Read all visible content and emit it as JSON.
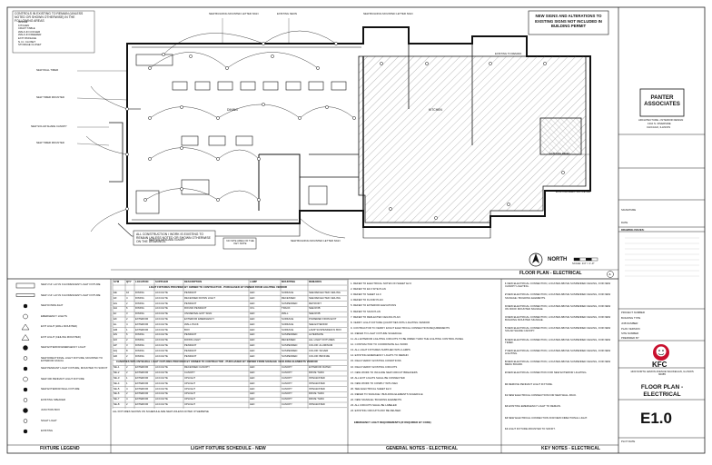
{
  "sheet": {
    "callout_top_right": "NEW SIGNS AND ALTERATIONS TO EXISTING SIGNS NOT INCLUDED IN BUILDING PERMIT",
    "callout_top_left": "CONTROLS IN EXISTING TO REMAIN (UNLESS NOTED OR SHOWN OTHERWISE) IN THE FOLLOWING AREAS",
    "callout_top_left_items": [
      "OFFICE",
      "KITCHEN",
      "CRAFT TABLE",
      "WALK-IN COOLER",
      "WALK-IN FREEZER",
      "EXIT PASSAGE",
      "N.I.C. CLOSET",
      "STORAGE CLOSET"
    ],
    "construction_note": "ALL CONSTRUCTION / WORK IS EXISTING TO REMAIN UNLESS NOTED OR SHOWN OTHERWISE ON THE DRAWINGS.",
    "stamp_text": "NO SITE AREA OF THE KEY NOTE",
    "north_label": "NORTH",
    "plan_title": "FLOOR PLAN - ELECTRICAL",
    "plan_scale": "SCALE: 1/4\" = 1'-0\"",
    "plan_ref": "A",
    "fixture_legend_title": "FIXTURE LEGEND",
    "schedule_title": "LIGHT FIXTURE SCHEDULE - NEW",
    "general_notes_title": "GENERAL NOTES - ELECTRICAL",
    "key_notes_title": "KEY NOTES - ELECTRICAL"
  },
  "plan_labels": [
    "NEW BUILDING MOUNTED LETTER SIGN",
    "EXISTING NEON",
    "NEW WALL TIMER",
    "NEW TIMER MOUNTED",
    "NEW SOLAR SHADE CANOPY",
    "NEW TIMER MOUNTED",
    "NEW BUILDING MOUNTED LETTER SIGN",
    "EXISTING TO REMAIN",
    "NEW SOLAR SHADE CANOPY",
    "NEW BUILDING MOUNTED LETTER SIGN",
    "EXISTING PANEL",
    "EXISTING ELECTRIC METER",
    "KITCHEN",
    "DINING"
  ],
  "legend": {
    "items": [
      "NEW 2'x4' LAY-IN FLUORESCENT LIGHT FIXTURE",
      "NEW 1'x4' LAY-IN FLUORESCENT LIGHT FIXTURE",
      "NEW DOWNLIGHT",
      "EMERGENCY LIGHTS",
      "EXIT LIGHT (WALL MOUNTED)",
      "EXIT LIGHT (CEILING MOUNTED)",
      "NEW EXTERIOR EMERGENCY LIGHT",
      "NEW DIRECTIONAL LIGHT FIXTURE, MOUNTED TO EXTERIOR FASCIA",
      "NEW PENDANT LIGHT FIXTURE, MOUNTED TO SOFFIT",
      "NEW 300 PENDANT LIGHT FIXTURE",
      "NEW EXTERIOR WALL FIXTURE",
      "EXISTING SPEAKER",
      "JUNCTION BOX",
      "NIGHT LIGHT",
      "EXISTING"
    ]
  },
  "schedule": {
    "columns": [
      "SYM",
      "QTY",
      "LOCATION",
      "SUPPLIER",
      "DESCRIPTION",
      "LAMP",
      "MOUNTING",
      "REMARKS"
    ],
    "section_owner": "LIGHT FIXTURES PROVIDED BY OWNER TO CONTRACTOR - PURCHASED BY OWNER FROM LIGHTING VENDOR",
    "section_contractor": "CANOPIES WITH INTEGRAL LIGHT FIXTURES PROVIDED BY OWNER TO CONTRACTOR - PURCHASED BY OWNER FROM SIGNAGE / BUILDING ELEMENTS VENDOR",
    "rows_a": [
      [
        "EE",
        "10",
        "DINING",
        "ACCULITE",
        "PENDANT",
        "LED",
        "SURFACE",
        "SEE REFLECTED CEILING"
      ],
      [
        "EF",
        "4",
        "DINING",
        "ACCULITE",
        "RECESSED DOWN LIGHT",
        "LED",
        "RECESSED",
        "SEE REFLECTED CEILING"
      ],
      [
        "EG",
        "2",
        "DINING",
        "ACCULITE",
        "PENDANT",
        "LED",
        "SUSPENDED",
        "RETROFIT"
      ],
      [
        "EH",
        "6",
        "DINING",
        "ACCULITE",
        "ROUND PENDANT",
        "CFL",
        "TRACK",
        "SEE ROB"
      ],
      [
        "EJ",
        "3",
        "DINING",
        "ACCULITE",
        "UNIVERSAL EXIT SIGN",
        "LED",
        "WALL",
        "SEE ROB"
      ],
      [
        "EK",
        "2",
        "EXTERIOR",
        "ACCULITE",
        "EXTERIOR EMERGENCY",
        "LED",
        "SURFACE",
        "POWERED FROM EXIT"
      ],
      [
        "EL",
        "4",
        "EXTERIOR",
        "ACCULITE",
        "WALL PACK",
        "LED",
        "SURFACE",
        "SEE EXTERIOR"
      ],
      [
        "EM",
        "1",
        "EXTERIOR",
        "ACCULITE",
        "BOX",
        "LED",
        "SURFACE",
        "LAMP SUSPENDED IN BOX"
      ],
      [
        "EN",
        "6",
        "DINING",
        "ACCULITE",
        "PENDANT",
        "LED",
        "SUSPENDED",
        "ALTERNATE"
      ],
      [
        "EO",
        "2",
        "DINING",
        "ACCULITE",
        "DOWN LIGHT",
        "LED",
        "RECESSED",
        "ALL LIGHT FIXTURES"
      ],
      [
        "EP",
        "3",
        "DINING",
        "ACCULITE",
        "PENDANT",
        "LED",
        "SUSPENDED",
        "COLOR: ALUMINUM"
      ],
      [
        "EQ",
        "8",
        "DINING",
        "ACCULITE",
        "PENDANT",
        "LED",
        "SUSPENDED",
        "COLOR: SILVER"
      ],
      [
        "ER",
        "2",
        "DINING",
        "ACCULITE",
        "PENDANT",
        "LED",
        "SUSPENDED",
        "COLOR: BRONZE"
      ]
    ],
    "rows_b": [
      [
        "NE-1",
        "2",
        "EXTERIOR",
        "ACCULITE",
        "RECESSED CANOPY",
        "LED",
        "CANOPY",
        "EXTERIOR RATED"
      ],
      [
        "NE-2",
        "2",
        "EXTERIOR",
        "ACCULITE",
        "CANOPY",
        "LED",
        "CANOPY",
        "DRIVE THRU"
      ],
      [
        "NE-3",
        "1",
        "EXTERIOR",
        "ACCULITE",
        "UPLIGHT",
        "LED",
        "CANOPY",
        "INTEGRATED"
      ],
      [
        "NE-4",
        "1",
        "EXTERIOR",
        "ACCULITE",
        "UPLIGHT",
        "LED",
        "CANOPY",
        "INTEGRATED"
      ],
      [
        "NE-5",
        "4",
        "EXTERIOR",
        "ACCULITE",
        "UPLIGHT",
        "LED",
        "CANOPY",
        "INTEGRATED"
      ],
      [
        "NE-6",
        "2",
        "EXTERIOR",
        "ACCULITE",
        "UPLIGHT",
        "LED",
        "CANOPY",
        "DRIVE THRU"
      ],
      [
        "NE-7",
        "4",
        "EXTERIOR",
        "ACCULITE",
        "UPLIGHT",
        "LED",
        "CANOPY",
        "DRIVE THRU"
      ],
      [
        "NE-8",
        "2",
        "EXTERIOR",
        "ACCULITE",
        "UPLIGHT",
        "LED",
        "CANOPY",
        "INTEGRATED"
      ]
    ],
    "footnote": "ALL FIXTURES SHOWN ON SCHEDULE ARE NEW UNLESS NOTED OTHERWISE"
  },
  "general_notes": [
    "REFER TO ELECTRICAL NOTES ON SHEET E2.0",
    "REFER TO E3.0 SITE PLAN",
    "REFER TO SHEET A1.0",
    "REFER TO FLOOR PLAN",
    "REFER TO EXTERIOR ELEVATIONS",
    "REFER TO SIGN PLAN",
    "REFER TO REFLECTED CEILING PLAN",
    "VERIFY LIGHT FIXTURE QUANTITIES WITH LIGHTING VENDOR",
    "CONTRACTOR TO VERIFY EXACT ELECTRICAL CONNECTION REQUIREMENTS",
    "REFER TO LIGHT FIXTURE SCHEDULE",
    "ALL EXTERIOR LIGHTING CIRCUITS TO BE WIRED THRU THE LIGHTING CONTROL PANEL",
    "CONTRACTOR TO COORDINATE ALL WORK",
    "ALL LIGHT FIXTURES SUPPLIED WITH LAMPS",
    "EXISTING EMERGENCY LIGHTS TO REMAIN",
    "FIELD VERIFY EXISTING CONDITIONS",
    "FIELD VERIFY EXISTING CIRCUITS",
    "NEW WORK TO INCLUDE NEW CIRCUIT BREAKERS",
    "ALL EXIT LIGHTS SHALL BE CONNECTED",
    "NEW WORK TO COMPLY WITH NEC",
    "SEE ELECTRICAL SHEET E2.0",
    "REFER TO SIGNAGE / BUILDING ELEMENTS SCHEDULE",
    "NEW SIGNAGE / BUILDING ELEMENTS",
    "ALL CIRCUITS SHALL BE LABELED",
    "EXISTING CIRCUITS MAY BE REUSED"
  ],
  "general_notes_footer": "EMERGENCY LIGHT REQUIREMENTS (IF REQUIRED BY CODE)",
  "key_notes": [
    "NEW ELECTRICAL CONNECTION, LOCATED ABOVE SUSPENDED CEILING, FOR NEW CANOPY LIGHTING.",
    "NEW ELECTRICAL CONNECTION, LOCATED ABOVE SUSPENDED CEILING, FOR NEW SIGNAGE / BUILDING ELEMENTS.",
    "NEW ELECTRICAL CONNECTION, LOCATED ABOVE SUSPENDED CEILING, FOR NEW ON ROOF MOUNTED SIGNAGE.",
    "NEW ELECTRICAL CONNECTION, LOCATED ABOVE SUSPENDED CEILING, FOR NEW BUILDING MOUNTED SIGNAGE.",
    "NEW ELECTRICAL CONNECTION, LOCATED ABOVE SUSPENDED CEILING, FOR NEW SOLAR SHADE CANOPY.",
    "NEW ELECTRICAL CONNECTION, LOCATED ABOVE SUSPENDED CEILING, FOR NEW TIMER.",
    "NEW ELECTRICAL CONNECTION, LOCATED ABOVE SUSPENDED CEILING, FOR NEW LIGHTING.",
    "NEW ELECTRICAL CONNECTION, LOCATED ABOVE SUSPENDED CEILING, FOR NEW MENU BOARD.",
    "NEW ELECTRICAL CONNECTION FOR NEW EXTERIOR LIGHTING.",
    "REMOVE PENDANT LIGHT FIXTURE.",
    "NEW ELECTRICAL CONNECTION FOR NEW WALL PACK.",
    "EXISTING EMERGENCY LIGHT TO REMAIN.",
    "NEW ELECTRICAL CONNECTION FOR NEW DIRECTIONAL LIGHT.",
    "LIGHT FIXTURE MOUNTED TO SOFFIT."
  ],
  "title_block": {
    "firm_name": "PANTER ASSOCIATES",
    "firm_line1": "ARCHITECTURE • INTERIOR DESIGN",
    "firm_line2": "1310 N. RIVERSIDE",
    "firm_line3": "CHICAGO, ILLINOIS",
    "signature_label": "SIGNATURE",
    "date_label": "DATE",
    "drawing_issues_label": "DRAWING ISSUES:",
    "project_label": "PROJECT NUMBER",
    "building_label": "BUILDING TYPE",
    "job_label": "JOB NUMBER",
    "plan_version_label": "PLAN VERSION",
    "site_label": "SITE NUMBER",
    "prepared_label": "PREPARED BY",
    "client_brand": "KFC",
    "client_address": "1400 NORTH LEMON AVENUE WAUKEGAN, ILLINOIS 60085",
    "sheet_title": "FLOOR PLAN - ELECTRICAL",
    "sheet_number": "E1.0",
    "plot_date": "PLOT DATE"
  }
}
